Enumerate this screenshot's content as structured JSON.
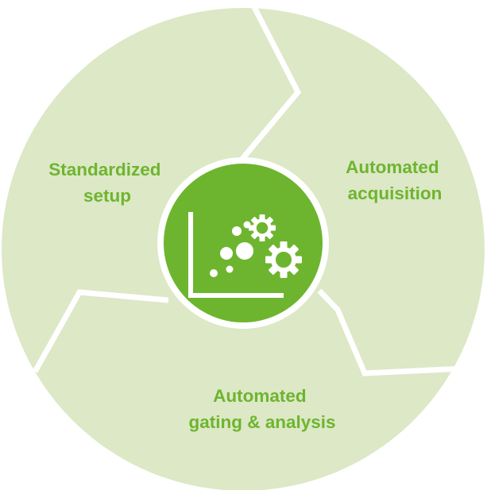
{
  "stages": [
    {
      "lines": [
        "Standardized",
        "setup"
      ]
    },
    {
      "lines": [
        "Automated",
        "acquisition"
      ]
    },
    {
      "lines": [
        "Automated",
        "gating & analysis"
      ]
    }
  ],
  "hub": {
    "icon": "scatter-plot-gears-icon"
  },
  "colors": {
    "segment_fill": "#dce8c6",
    "accent": "#6eb52f",
    "divider": "#ffffff",
    "background": "#ffffff"
  }
}
